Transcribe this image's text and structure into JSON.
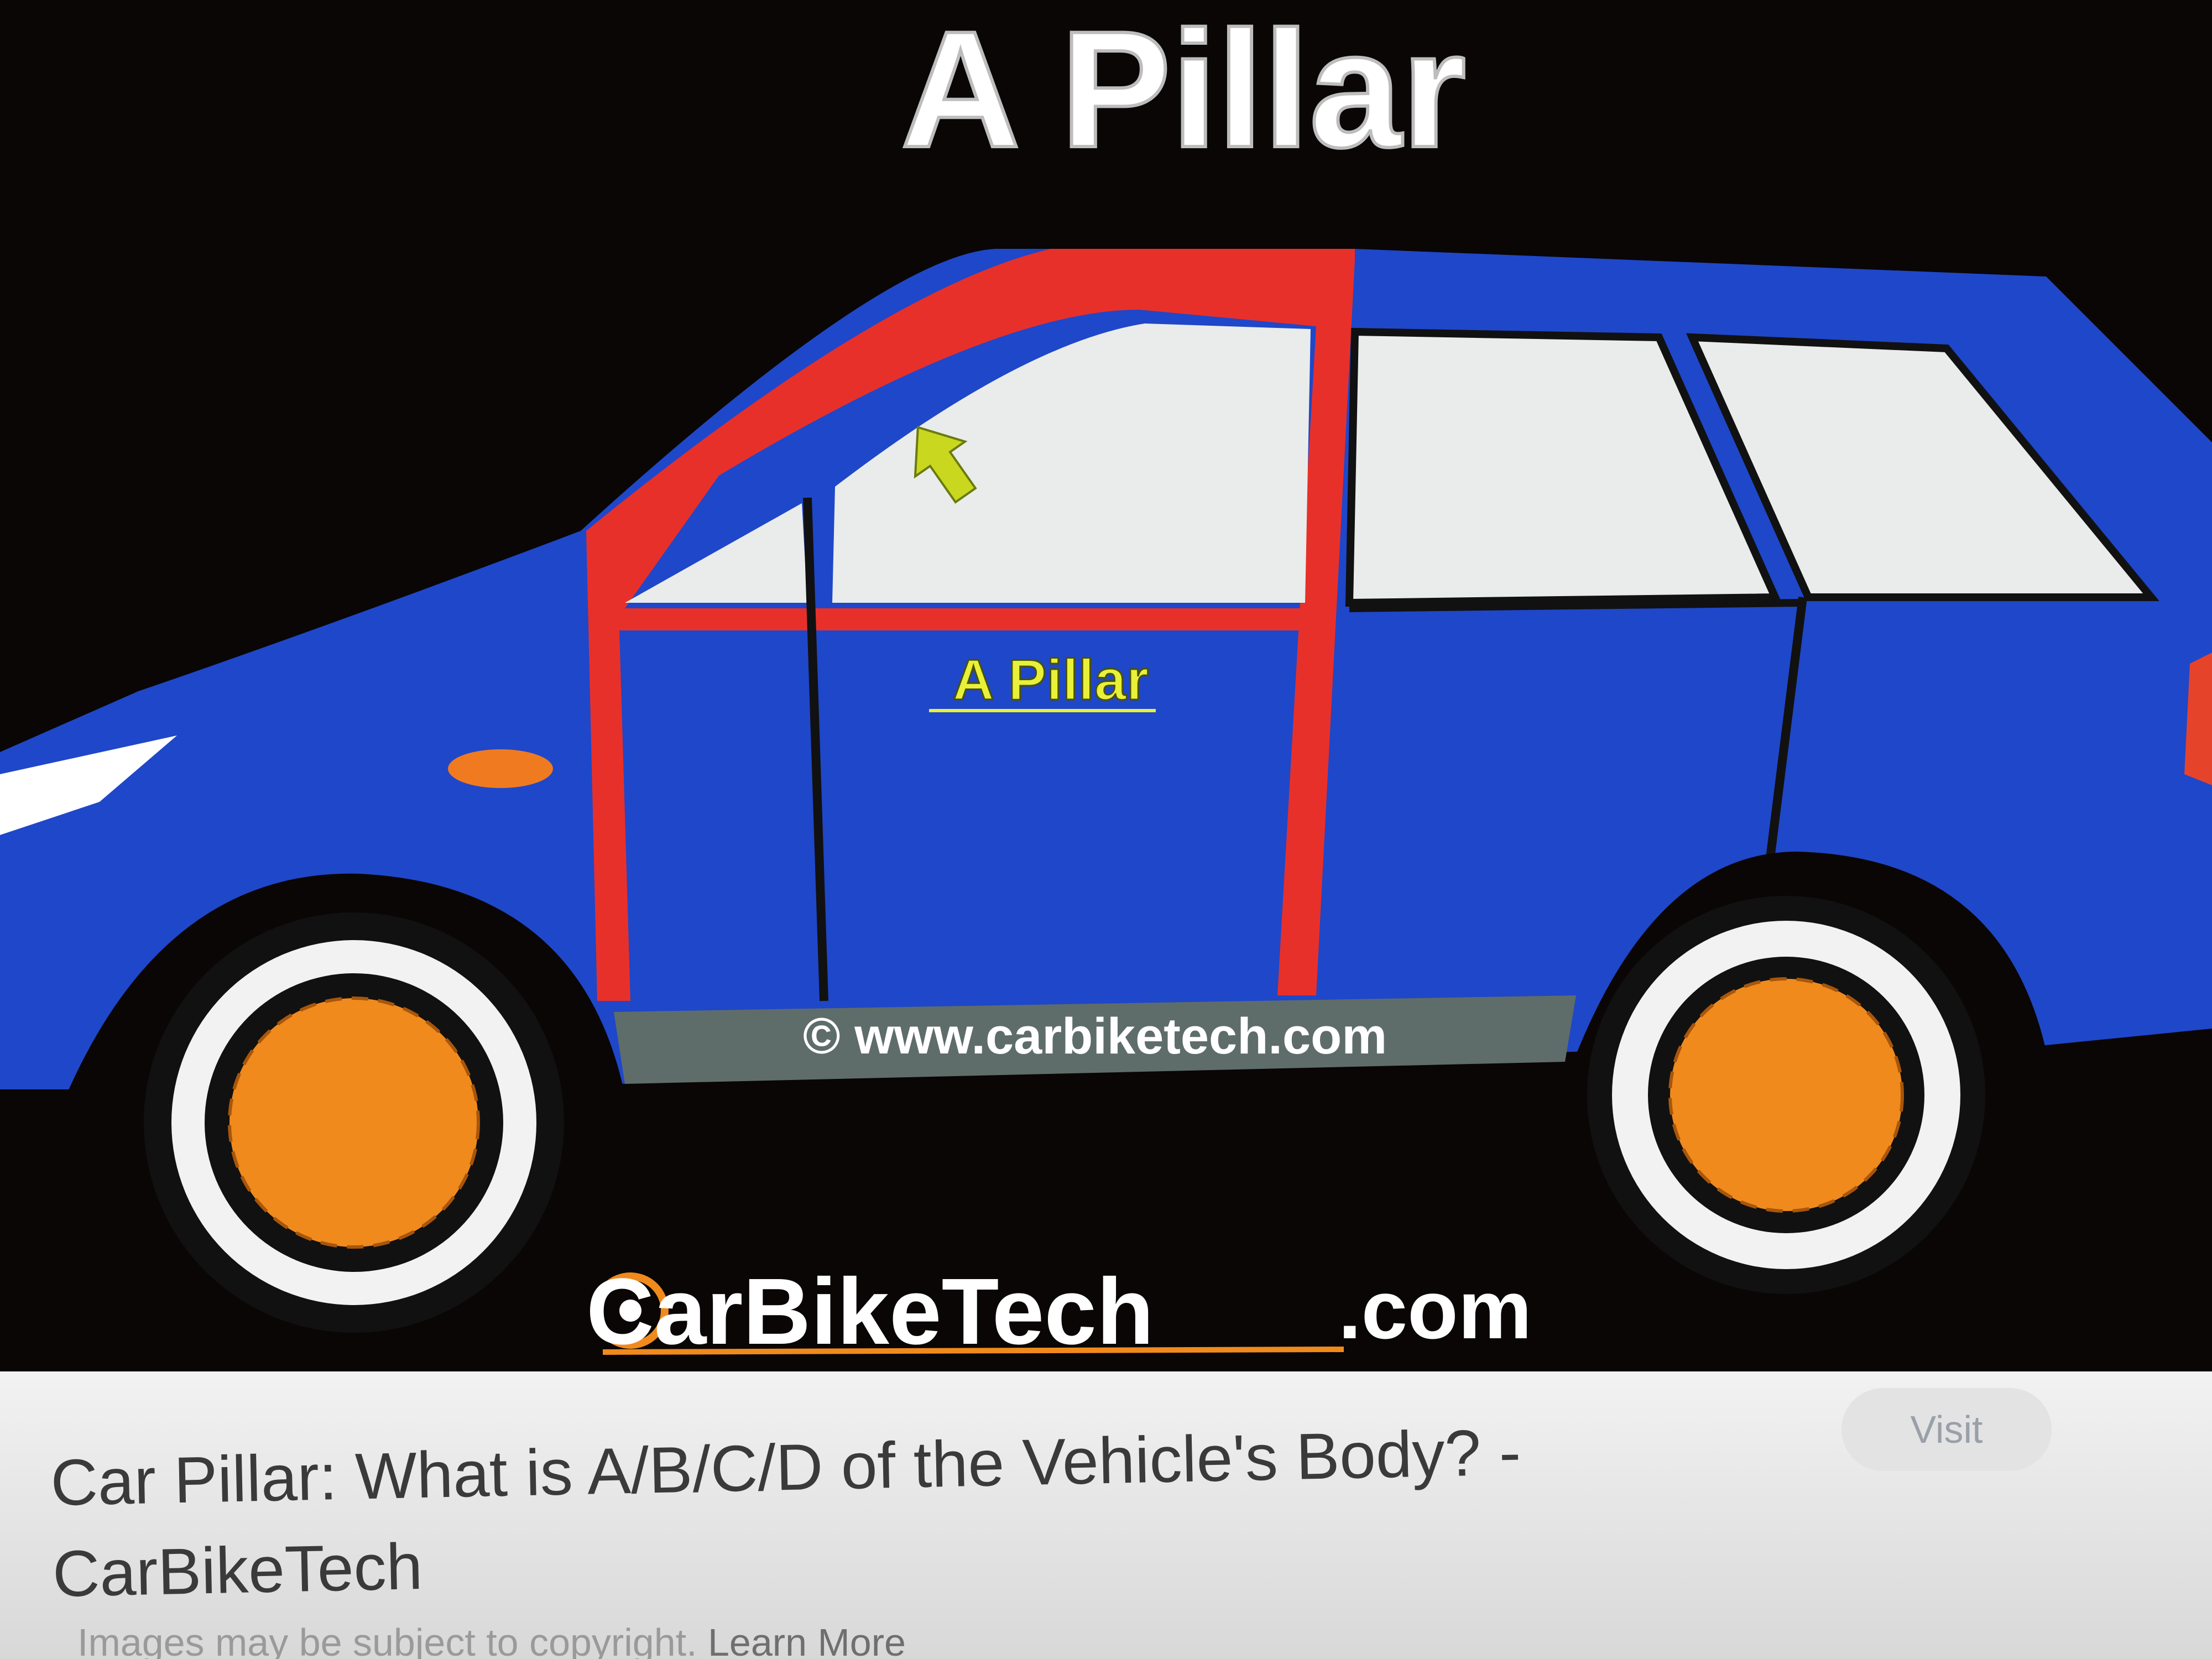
{
  "preview": {
    "title": "A Pillar",
    "pillar_label": "A Pillar",
    "watermark": "© www.carbiketech.com",
    "brand_name": "CarBikeTech",
    "brand_suffix": ".com"
  },
  "result": {
    "title_line1": "Car Pillar: What is A/B/C/D of the Vehicle's Body? -",
    "title_line2": "CarBikeTech",
    "visit_label": "Visit",
    "copyright_text": "Images may be subject to copyright. ",
    "learn_more_label": "Learn More"
  },
  "colors": {
    "background": "#0a0606",
    "car_body": "#1f47c9",
    "pillar_highlight": "#e8302a",
    "wheel_rim": "#f08a1c",
    "window": "#e9ecea",
    "label_yellow": "#e8f03a"
  },
  "icons": {
    "cursor": "arrow-cursor-icon"
  }
}
